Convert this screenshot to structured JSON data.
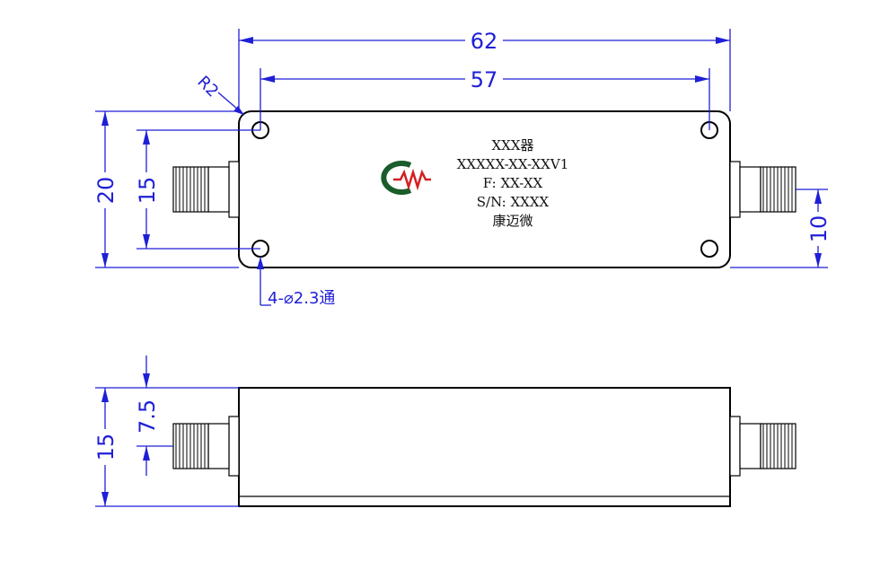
{
  "dimensions": {
    "overall_length": "62",
    "hole_spacing_length": "57",
    "corner_radius": "R2",
    "body_height": "20",
    "hole_spacing_height": "15",
    "connector_offset": "10",
    "hole_note": "4-⌀2.3通",
    "side_height": "15",
    "side_connector_height": "7.5"
  },
  "label": {
    "line1": "XXX器",
    "line2": "XXXXX-XX-XXV1",
    "line3": "F: XX-XX",
    "line4": "S/N: XXXX",
    "line5": "康迈微"
  },
  "colors": {
    "dimension": "#1f1fd6",
    "outline": "#000000",
    "logo_arc": "#1a5c2a",
    "logo_wave": "#d42020"
  }
}
